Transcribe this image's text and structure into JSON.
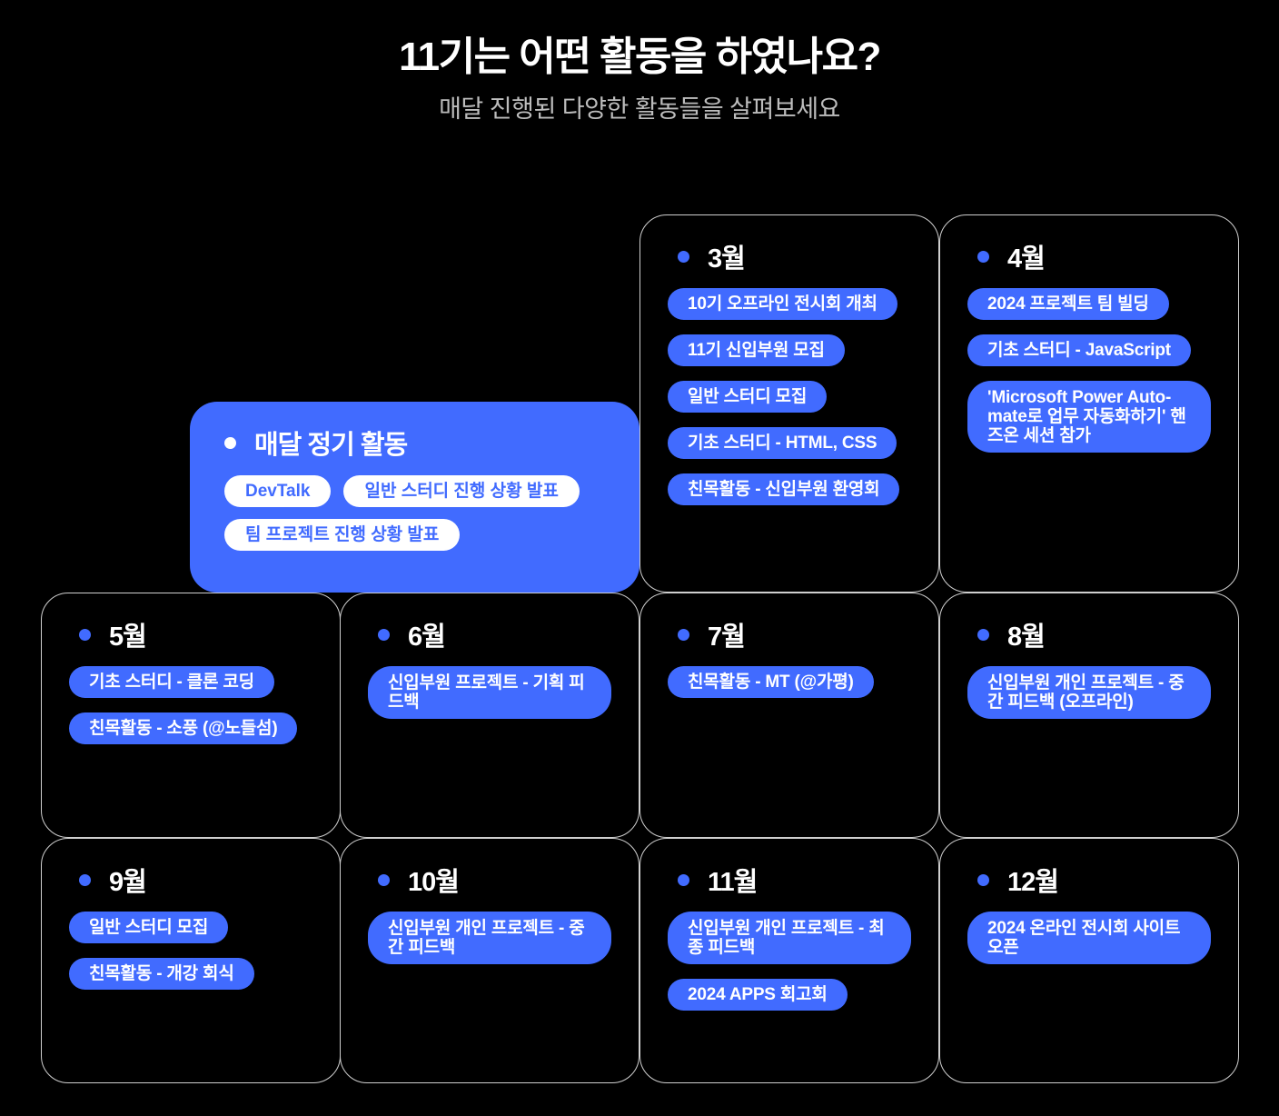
{
  "header": {
    "title": "11기는 어떤 활동을 하였나요?",
    "subtitle": "매달 진행된 다양한 활동들을 살펴보세요"
  },
  "regular": {
    "title": "매달 정기 활동",
    "items": [
      "DevTalk",
      "일반 스터디 진행 상황 발표",
      "팀 프로젝트 진행 상황 발표"
    ]
  },
  "months": [
    {
      "title": "3월",
      "items": [
        "10기 오프라인 전시회 개최",
        "11기 신입부원 모집",
        "일반 스터디 모집",
        "기초 스터디 - HTML, CSS",
        "친목활동 - 신입부원 환영회"
      ]
    },
    {
      "title": "4월",
      "items": [
        "2024 프로젝트 팀 빌딩",
        "기초 스터디 - JavaScript",
        "'Microsoft Power Auto-mate로 업무 자동화하기' 핸즈온 세션 참가"
      ]
    },
    {
      "title": "5월",
      "items": [
        "기초 스터디 - 클론 코딩",
        "친목활동 - 소풍 (@노들섬)"
      ]
    },
    {
      "title": "6월",
      "items": [
        "신입부원 프로젝트 - 기획 피드백"
      ]
    },
    {
      "title": "7월",
      "items": [
        "친목활동 - MT (@가평)"
      ]
    },
    {
      "title": "8월",
      "items": [
        "신입부원 개인 프로젝트 - 중간 피드백 (오프라인)"
      ]
    },
    {
      "title": "9월",
      "items": [
        "일반 스터디 모집",
        "친목활동 - 개강 회식"
      ]
    },
    {
      "title": "10월",
      "items": [
        "신입부원 개인 프로젝트 - 중간 피드백"
      ]
    },
    {
      "title": "11월",
      "items": [
        "신입부원 개인 프로젝트 - 최종 피드백",
        "2024 APPS 회고회"
      ]
    },
    {
      "title": "12월",
      "items": [
        "2024 온라인 전시회 사이트 오픈"
      ]
    }
  ],
  "colors": {
    "accent": "#416BFF",
    "background": "#000000"
  }
}
